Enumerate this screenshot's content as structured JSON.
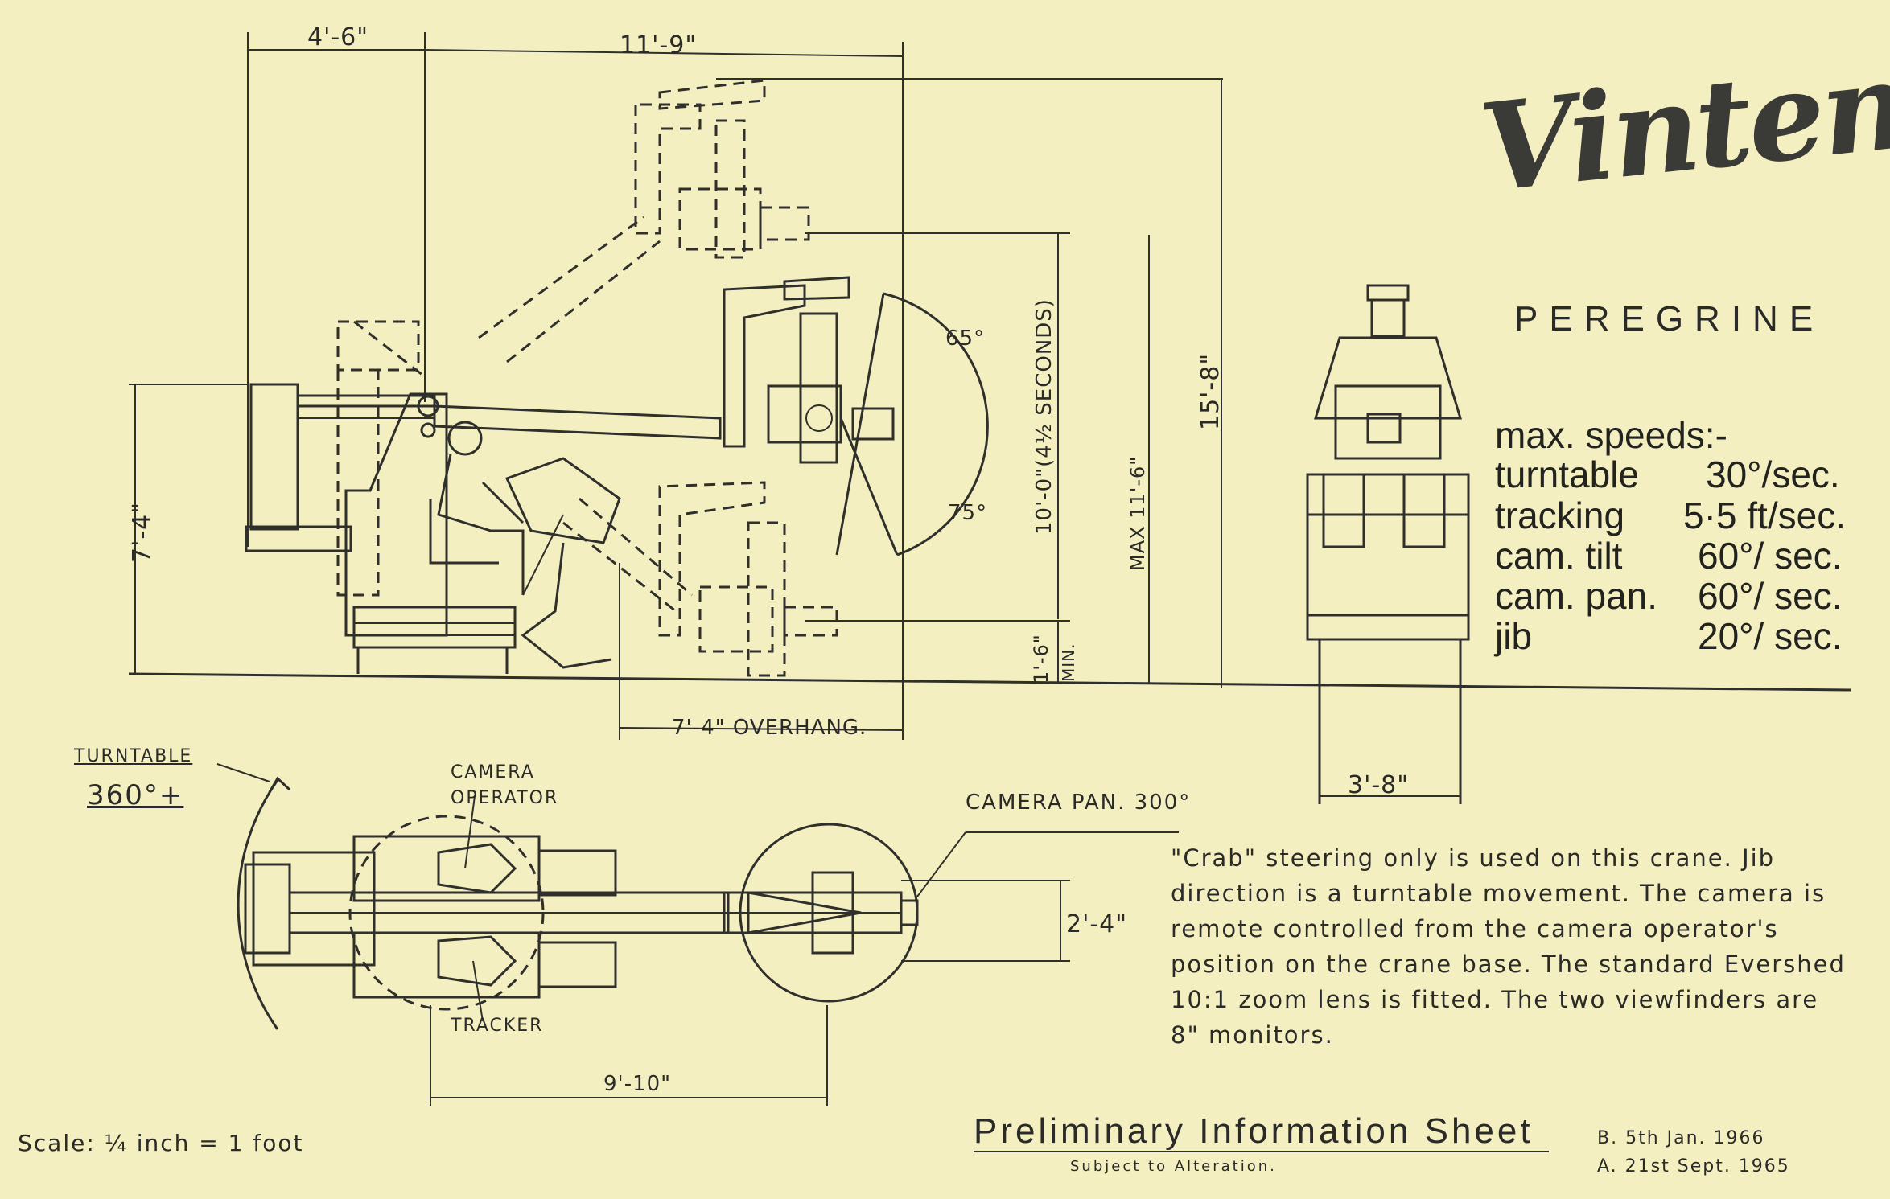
{
  "brand": {
    "logo_text": "Vinten",
    "model": "PEREGRINE"
  },
  "speeds": {
    "heading": "max. speeds:-",
    "rows": [
      {
        "label": "turntable",
        "value": "30°/sec."
      },
      {
        "label": "tracking",
        "value": "5·5 ft/sec."
      },
      {
        "label": "cam. tilt",
        "value": "60°/ sec."
      },
      {
        "label": "cam. pan.",
        "value": "60°/ sec."
      },
      {
        "label": "jib",
        "value": "20°/ sec."
      }
    ]
  },
  "dimensions": {
    "d_4_6": "4'-6\"",
    "d_11_9": "11'-9\"",
    "d_7_4": "7'-4\"",
    "d_10_0": "10'-0\"(4½ SECONDS)",
    "d_max_11_6": "MAX 11'-6\"",
    "d_15_8": "15'-8\"",
    "d_1_6": "1'-6\"",
    "min": "MIN.",
    "overhang": "7'-4\" OVERHANG.",
    "d_3_8": "3'-8\"",
    "d_2_4": "2'-4\"",
    "d_9_10": "9'-10\"",
    "angle_65": "65°",
    "angle_75": "75°"
  },
  "plan_labels": {
    "turntable": "TURNTABLE",
    "turntable_angle": "360°+",
    "camera_operator_line1": "CAMERA",
    "camera_operator_line2": "OPERATOR",
    "tracker": "TRACKER",
    "camera_pan": "CAMERA PAN. 300°"
  },
  "notes": "\"Crab\" steering only is used on this crane. Jib direction is a turntable movement. The camera is remote controlled from the camera operator's position on the crane base. The standard Evershed 10:1 zoom lens is fitted. The two viewfinders are 8\" monitors.",
  "footer": {
    "scale": "Scale: ¼ inch = 1 foot",
    "title": "Preliminary Information Sheet",
    "subtitle": "Subject to Alteration.",
    "revision_b": "B. 5th Jan. 1966",
    "revision_a": "A. 21st Sept. 1965"
  }
}
